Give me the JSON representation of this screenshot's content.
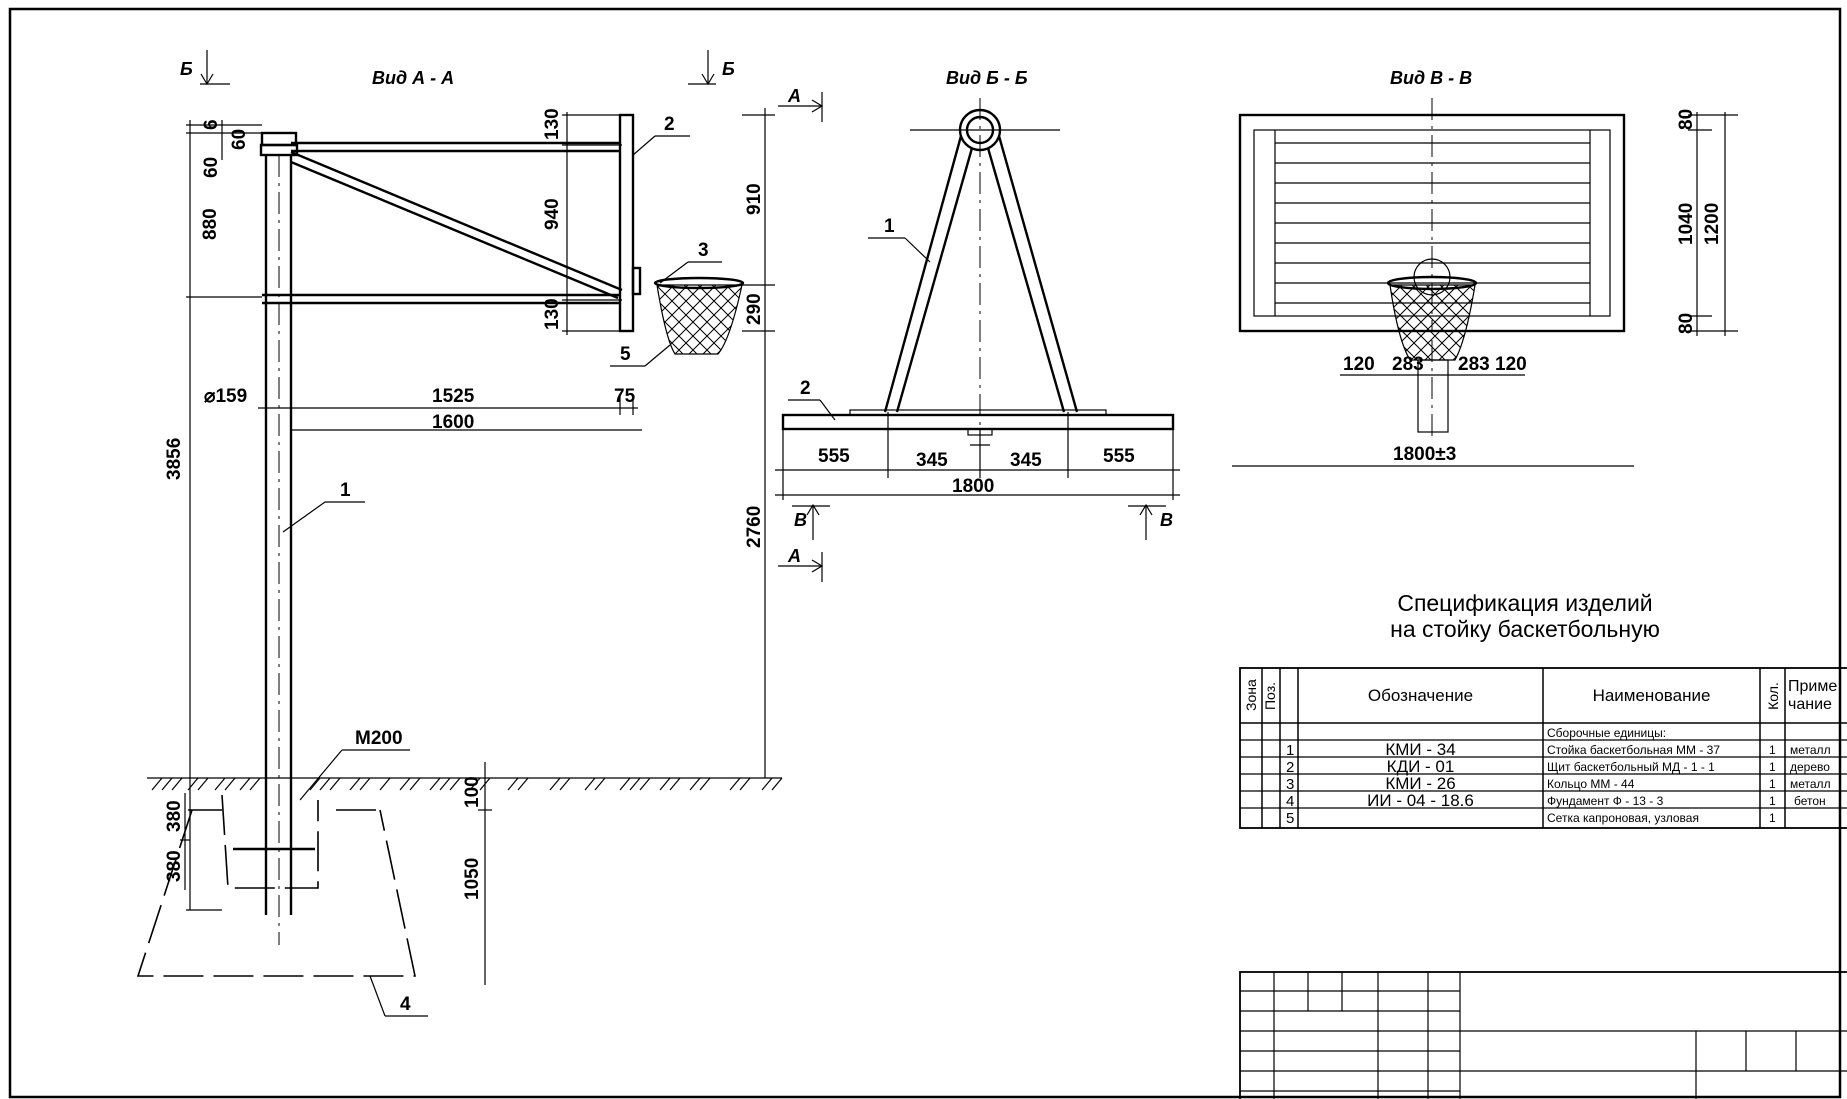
{
  "views": {
    "aa": "Вид А - А",
    "bb": "Вид Б - Б",
    "vv": "Вид В - В"
  },
  "section_marks": {
    "a": "А",
    "b": "Б",
    "v": "В"
  },
  "dims_aa": {
    "d60a": "60",
    "d6": "6",
    "d60b": "60",
    "d880": "880",
    "d3856": "3856",
    "d130a": "130",
    "d940": "940",
    "d130b": "130",
    "d910": "910",
    "d290": "290",
    "d2760": "2760",
    "d159": "⌀159",
    "d1525": "1525",
    "d75": "75",
    "d1600": "1600",
    "d100": "100",
    "d1050": "1050",
    "d380a": "380",
    "d380b": "380",
    "m200": "М200"
  },
  "dims_bb": {
    "d555a": "555",
    "d345a": "345",
    "d345b": "345",
    "d555b": "555",
    "d1800": "1800"
  },
  "dims_vv": {
    "d80a": "80",
    "d1040": "1040",
    "d80b": "80",
    "d1200": "1200",
    "d120a": "120",
    "d283a": "283",
    "d283b": "283",
    "d120b": "120",
    "d1800": "1800±3"
  },
  "callouts": {
    "p1": "1",
    "p2": "2",
    "p3": "3",
    "p4": "4",
    "p5": "5",
    "b1": "1",
    "b2": "2"
  },
  "spec": {
    "title1": "Спецификация изделий",
    "title2": "на стойку баскетбольную",
    "headers": {
      "zone": "Зона",
      "pos": "Поз.",
      "designation": "Обозначение",
      "name": "Наименование",
      "qty": "Кол.",
      "note1": "Приме",
      "note2": "чание"
    },
    "section_row": "Сборочные единицы:",
    "rows": [
      {
        "pos": "1",
        "designation": "КМИ - 34",
        "name": "Стойка баскетбольная ММ - 37",
        "qty": "1",
        "note": "металл"
      },
      {
        "pos": "2",
        "designation": "КДИ - 01",
        "name": "Щит баскетбольный МД - 1 - 1",
        "qty": "1",
        "note": "дерево"
      },
      {
        "pos": "3",
        "designation": "КМИ - 26",
        "name": "Кольцо ММ - 44",
        "qty": "1",
        "note": "металл"
      },
      {
        "pos": "4",
        "designation": "ИИ - 04 - 18.6",
        "name": "Фундамент Ф - 13 - 3",
        "qty": "1",
        "note": "бетон"
      },
      {
        "pos": "5",
        "designation": "",
        "name": "Сетка капроновая, узловая",
        "qty": "1",
        "note": ""
      }
    ]
  }
}
